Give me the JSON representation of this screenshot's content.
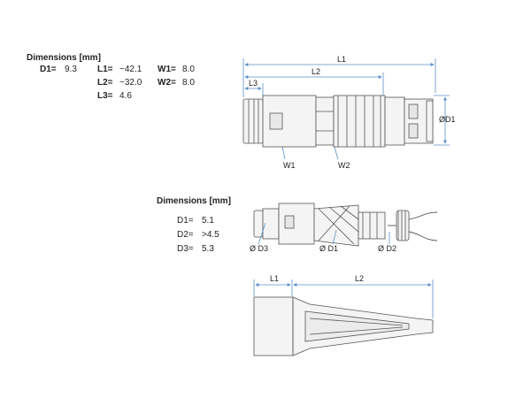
{
  "table1": {
    "title": "Dimensions [mm]",
    "D1_label": "D1=",
    "D1_value": "9.3",
    "L1_label": "L1=",
    "L1_value": "~42.1",
    "L2_label": "L2=",
    "L2_value": "~32.0",
    "L3_label": "L3=",
    "L3_value": "4.6",
    "W1_label": "W1=",
    "W1_value": "8.0",
    "W2_label": "W2=",
    "W2_value": "8.0"
  },
  "table2": {
    "title": "Dimensions [mm]",
    "D1_label": "D1=",
    "D1_value": "5.1",
    "D2_label": "D2=",
    "D2_value": ">4.5",
    "D3_label": "D3=",
    "D3_value": "5.3"
  },
  "drawing1": {
    "L1": "L1",
    "L2": "L2",
    "L3": "L3",
    "D1": "ØD1",
    "W1": "W1",
    "W2": "W2"
  },
  "drawing2": {
    "D3": "Ø D3",
    "D1": "Ø D1",
    "D2": "Ø D2"
  },
  "drawing3": {
    "L1": "L1",
    "L2": "L2"
  },
  "colors": {
    "dim_line": "#5b8fc9",
    "outline": "#555555",
    "body_fill": "#f4f4f4"
  }
}
